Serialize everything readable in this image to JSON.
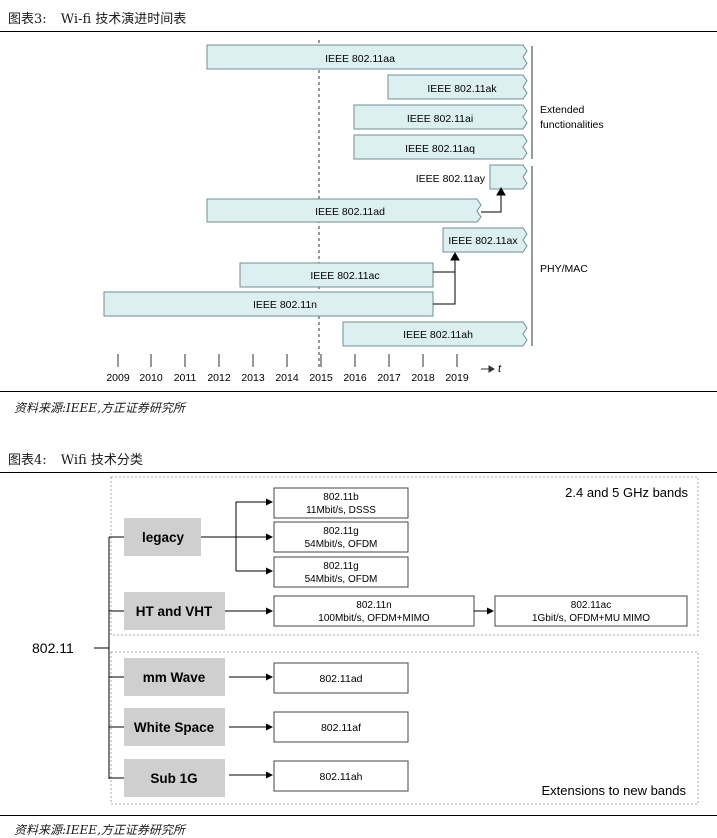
{
  "fig3": {
    "caption_label": "图表3:",
    "caption_title": "Wi-fi 技术演进时间表",
    "bars": [
      {
        "label": "IEEE 802.11aa"
      },
      {
        "label": "IEEE 802.11ak"
      },
      {
        "label": "IEEE 802.11ai"
      },
      {
        "label": "IEEE 802.11aq"
      },
      {
        "label": "IEEE 802.11ay"
      },
      {
        "label": "IEEE 802.11ad"
      },
      {
        "label": "IEEE 802.11ax"
      },
      {
        "label": "IEEE 802.11ac"
      },
      {
        "label": "IEEE 802.11n"
      },
      {
        "label": "IEEE 802.11ah"
      }
    ],
    "group_extended_line1": "Extended",
    "group_extended_line2": "functionalities",
    "group_phymac": "PHY/MAC",
    "years": [
      "2009",
      "2010",
      "2011",
      "2012",
      "2013",
      "2014",
      "2015",
      "2016",
      "2017",
      "2018",
      "2019"
    ],
    "axis_var": "t",
    "source": "资料来源:IEEE,方正证券研究所"
  },
  "fig4": {
    "caption_label": "图表4:",
    "caption_title": "Wifi 技术分类",
    "root": "802.11",
    "categories": [
      "legacy",
      "HT and VHT",
      "mm Wave",
      "White Space",
      "Sub 1G"
    ],
    "band_top": "2.4 and 5 GHz bands",
    "band_bottom": "Extensions to new bands",
    "legacy_boxes": [
      {
        "name": "802.11b",
        "spec": "11Mbit/s, DSSS"
      },
      {
        "name": "802.11g",
        "spec": "54Mbit/s, OFDM"
      },
      {
        "name": "802.11g",
        "spec": "54Mbit/s, OFDM"
      }
    ],
    "ht_boxes": [
      {
        "name": "802.11n",
        "spec": "100Mbit/s, OFDM+MIMO"
      },
      {
        "name": "802.11ac",
        "spec": "1Gbit/s, OFDM+MU MIMO"
      }
    ],
    "new_band_boxes": [
      {
        "name": "802.11ad"
      },
      {
        "name": "802.11af"
      },
      {
        "name": "802.11ah"
      }
    ],
    "source": "资料来源:IEEE,方正证券研究所"
  },
  "colors": {
    "bar_fill": "#dceff1",
    "bar_stroke": "#6f8f94",
    "category_fill": "#cfcfcf"
  }
}
